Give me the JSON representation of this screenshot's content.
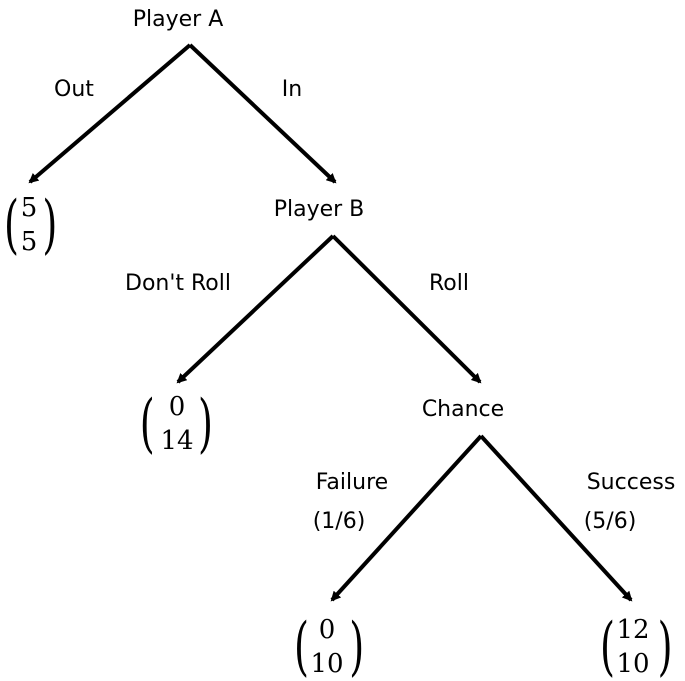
{
  "nodes": {
    "player_a": "Player A",
    "player_b": "Player B",
    "chance": "Chance"
  },
  "edges": {
    "out": "Out",
    "in": "In",
    "dont_roll": "Don't Roll",
    "roll": "Roll",
    "failure": "Failure",
    "failure_prob": "(1/6)",
    "success": "Success",
    "success_prob": "(5/6)"
  },
  "payoffs": {
    "out": {
      "a": "5",
      "b": "5"
    },
    "dont_roll": {
      "a": "0",
      "b": "14"
    },
    "failure": {
      "a": "0",
      "b": "10"
    },
    "success": {
      "a": "12",
      "b": "10"
    }
  },
  "colors": {
    "ink": "#000000",
    "background": "#ffffff"
  }
}
